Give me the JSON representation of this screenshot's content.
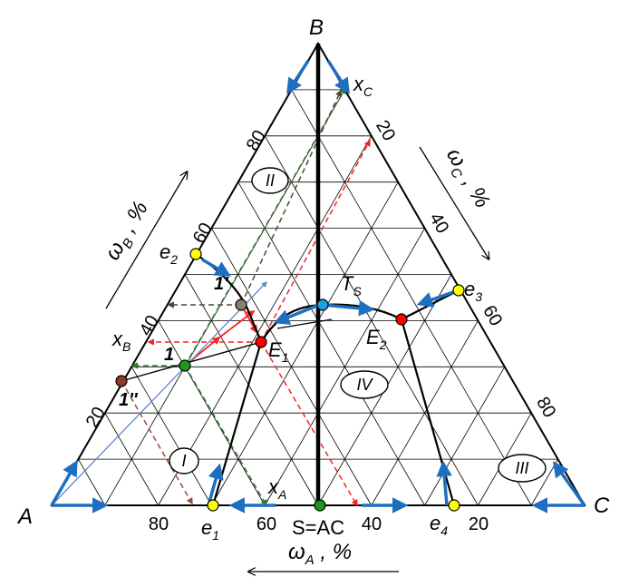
{
  "vertices": {
    "A": "A",
    "B": "B",
    "C": "C"
  },
  "axis_labels": {
    "omega_B": {
      "main": "ω",
      "sub": "B",
      "suffix": " , %"
    },
    "omega_C": {
      "main": "ω",
      "sub": "C",
      "suffix": " , %"
    },
    "omega_A": {
      "main": "ω",
      "sub": "A",
      "suffix": " , %"
    }
  },
  "ticks": {
    "left": [
      "80",
      "60",
      "40",
      "20"
    ],
    "right": [
      "20",
      "40",
      "60",
      "80"
    ],
    "bottom": [
      "80",
      "60",
      "40",
      "20"
    ]
  },
  "regions": [
    "II",
    "I",
    "IV",
    "III"
  ],
  "points": {
    "e1": {
      "main": "e",
      "sub": "1"
    },
    "e2": {
      "main": "e",
      "sub": "2"
    },
    "e3": {
      "main": "e",
      "sub": "3"
    },
    "e4": {
      "main": "e",
      "sub": "4"
    },
    "E1": {
      "main": "E",
      "sub": "1"
    },
    "E2": {
      "main": "E",
      "sub": "2"
    },
    "Ts": {
      "main": "T",
      "sub": "S"
    },
    "xC": {
      "main": "x",
      "sub": "C"
    },
    "xB": {
      "main": "x",
      "sub": "B"
    },
    "xA": {
      "main": "x",
      "sub": "A"
    },
    "p1": "1",
    "p1prime": "1'",
    "p1dprime": "1''",
    "SAC": "S=AC"
  },
  "colors": {
    "blue": "#1f6fc0",
    "yellow": "#ffff00",
    "red": "#ff0000",
    "green": "#1a9a1a",
    "gray_point": "#8a8070",
    "brown_point": "#8b3a2a",
    "cyan_point": "#1aa0e0",
    "dark_green_dash": "#2e7d2e",
    "olive_dash": "#4a4a30",
    "red_dash": "#ff2020",
    "brown_dash": "#9a4a3a",
    "light_blue_line": "#5a8ac8"
  }
}
